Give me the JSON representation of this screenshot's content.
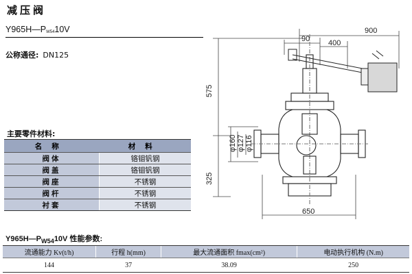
{
  "header": {
    "title": "减压阀",
    "model_prefix": "Y965H—P",
    "model_sub": "W54",
    "model_suffix": "10V",
    "nominal_label": "公称通径:",
    "nominal_value": "DN125"
  },
  "materials": {
    "title": "主要零件材料:",
    "headers": [
      "名称",
      "材料"
    ],
    "rows": [
      {
        "name": "阀体",
        "material": "铬钼钒钢"
      },
      {
        "name": "阀盖",
        "material": "铬钼钒钢"
      },
      {
        "name": "阀座",
        "material": "不锈钢"
      },
      {
        "name": "阀杆",
        "material": "不锈钢"
      },
      {
        "name": "衬套",
        "material": "不锈钢"
      }
    ]
  },
  "performance": {
    "title_prefix": "Y965H—P",
    "title_sub": "W54",
    "title_suffix": "10V 性能参数:",
    "headers": [
      "流通能力 Kv(t/h)",
      "行程 h(mm)",
      "最大流通面积 fmax(cm²)",
      "电动执行机构 (N.m)"
    ],
    "values": [
      "144",
      "37",
      "38.09",
      "250"
    ]
  },
  "drawing": {
    "dims": [
      "90",
      "400",
      "900",
      "575",
      "325",
      "650",
      "φ160",
      "φ127",
      "φ116"
    ]
  }
}
